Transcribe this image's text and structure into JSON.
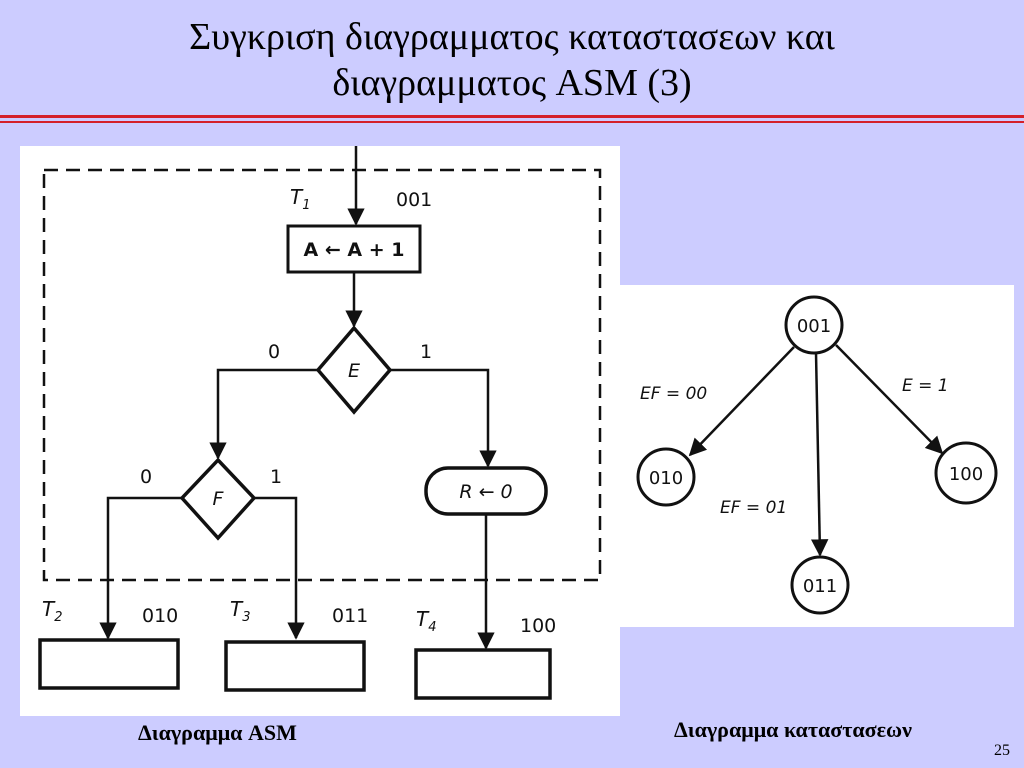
{
  "slide": {
    "title_line1": "Συγκριση διαγραμματος καταστασεων και",
    "title_line2": "διαγραμματος ASM  (3)",
    "page_number": "25"
  },
  "asm": {
    "caption": "Διαγραμμα ASM",
    "state_t1": "T",
    "state_t1_sub": "1",
    "code_t1": "001",
    "action_t1": "A ← A + 1",
    "decision_e": "E",
    "e_zero": "0",
    "e_one": "1",
    "decision_f": "F",
    "f_zero": "0",
    "f_one": "1",
    "conditional_output": "R ← 0",
    "state_t2": "T",
    "state_t2_sub": "2",
    "code_t2": "010",
    "state_t3": "T",
    "state_t3_sub": "3",
    "code_t3": "011",
    "state_t4": "T",
    "state_t4_sub": "4",
    "code_t4": "100"
  },
  "state_diagram": {
    "caption": "Διαγραμμα καταστασεων",
    "node_001": "001",
    "node_010": "010",
    "node_011": "011",
    "node_100": "100",
    "edge_ef00": "EF = 00",
    "edge_ef01": "EF = 01",
    "edge_e1": "E = 1"
  },
  "colors": {
    "background": "#ccccff",
    "rule": "#d4202a"
  }
}
